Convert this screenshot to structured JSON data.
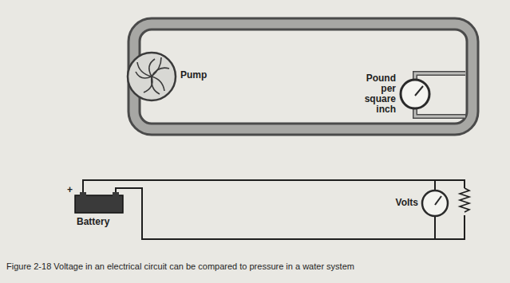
{
  "diagram": {
    "caption": "Figure 2-18 Voltage in an electrical circuit can be compared to pressure in a water system",
    "labels": [
      "Pump",
      "Pound per square inch",
      "+",
      "Battery",
      "Volts"
    ]
  }
}
